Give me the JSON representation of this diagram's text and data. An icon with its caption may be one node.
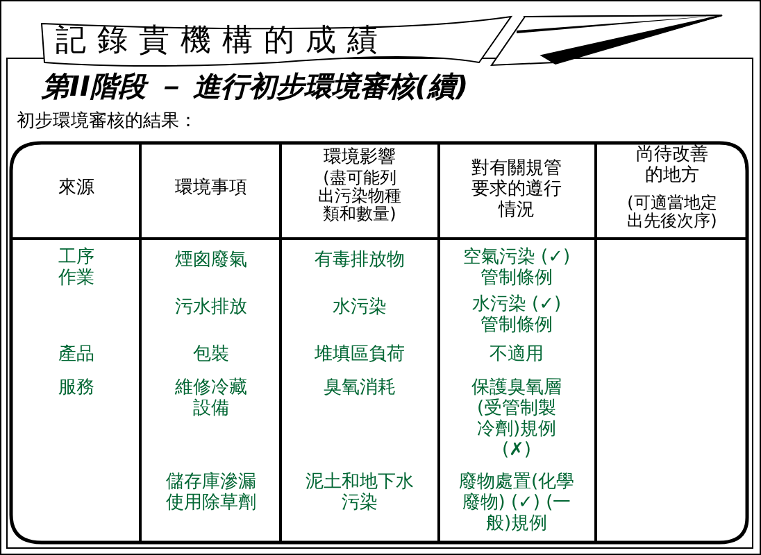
{
  "diagram": {
    "title": "記錄貴機構的成績",
    "labels": [
      "第II階段 － 進行初步環境審核(續)",
      "初步環境審核的結果：",
      "來源",
      "環境事項",
      "環境影響",
      "(盡可能列出污染物種類和數量)",
      "對有關規管要求的遵行情況",
      "尚待改善的地方",
      "(可適當地定出先後次序)",
      "工序作業",
      "煙囪廢氣",
      "有毒排放物",
      "空氣污染 (✓) 管制條例",
      "污水排放",
      "水污染",
      "水污染 (✓) 管制條例",
      "產品",
      "包裝",
      "堆填區負荷",
      "不適用",
      "服務",
      "維修冷藏設備",
      "臭氧消耗",
      "保護臭氧層(受管制製冷劑)規例 (✗)",
      "儲存庫滲漏使用除草劑",
      "泥土和地下水污染",
      "廢物處置(化學廢物) (✓) (一般)規例"
    ]
  }
}
